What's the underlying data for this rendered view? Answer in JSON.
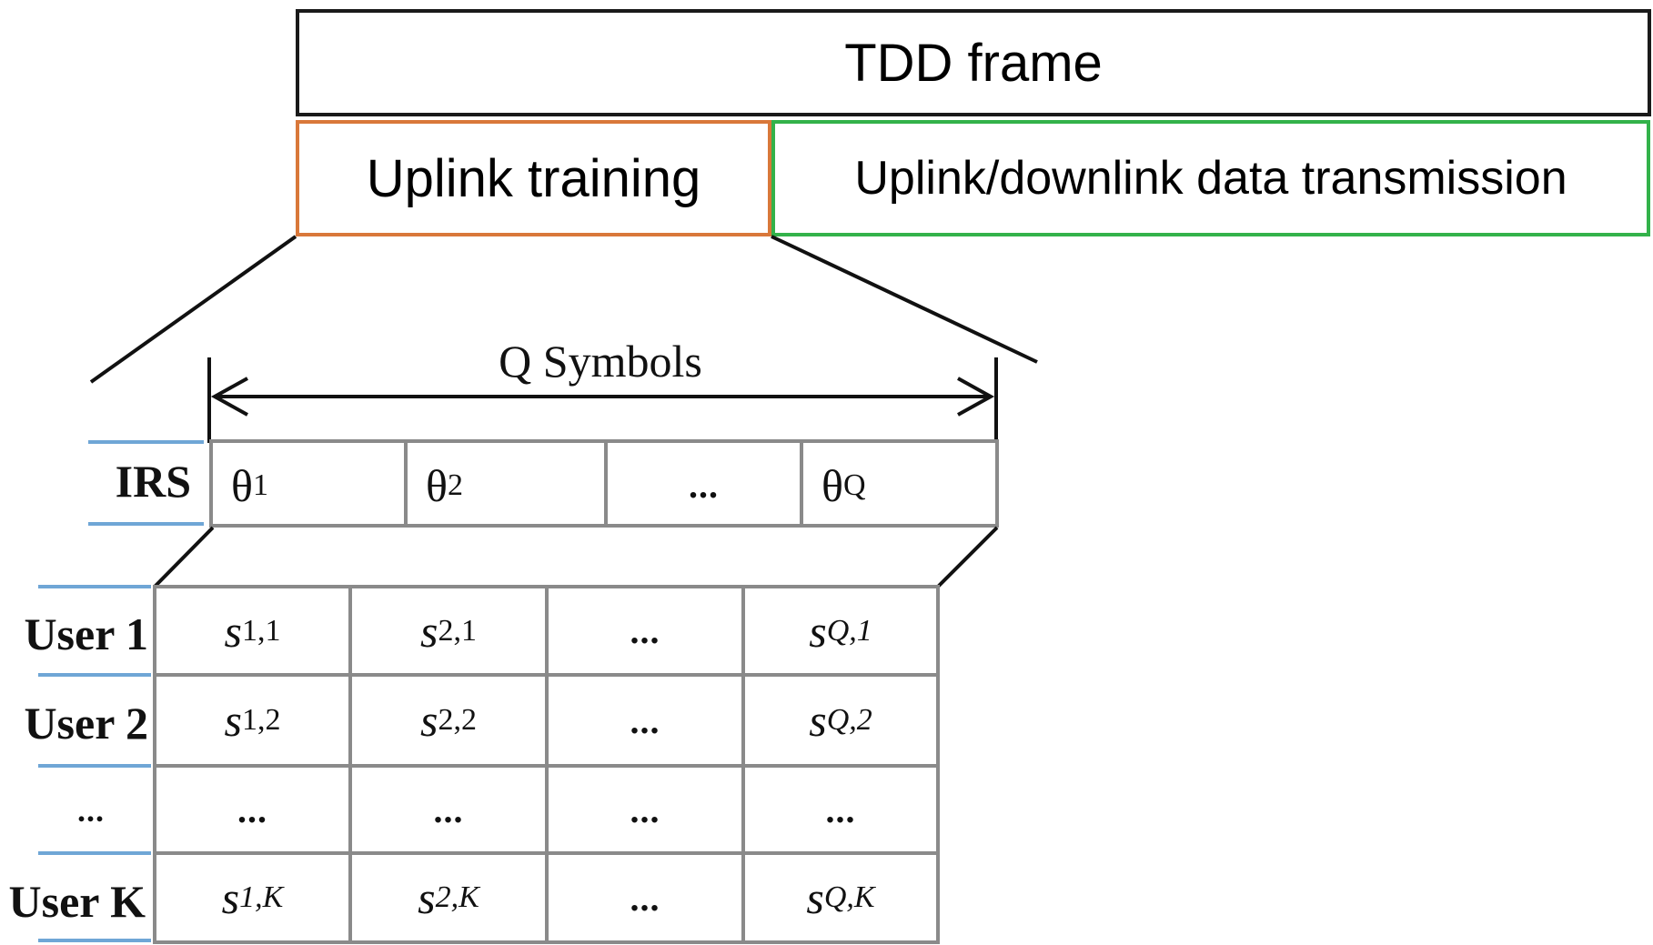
{
  "frame": {
    "title": "TDD frame",
    "training_label": "Uplink training",
    "data_label": "Uplink/downlink data transmission",
    "colors": {
      "training_border": "#d9783a",
      "data_border": "#33b24a",
      "frame_border": "#1a1a1a",
      "grid": "#8a8a8a",
      "label_underline": "#6fa6d6"
    }
  },
  "symbols": {
    "span_label": "Q Symbols"
  },
  "irs": {
    "label": "IRS",
    "phases": [
      {
        "base": "θ",
        "sub": "1"
      },
      {
        "base": "θ",
        "sub": "2"
      },
      {
        "base": "...",
        "sub": ""
      },
      {
        "base": "θ",
        "sub": "Q"
      }
    ]
  },
  "users": {
    "rows": [
      {
        "label": "User 1",
        "cells": [
          {
            "base": "s",
            "sub": "1,1"
          },
          {
            "base": "s",
            "sub": "2,1"
          },
          {
            "base": "...",
            "sub": ""
          },
          {
            "base": "s",
            "sub": "Q,1"
          }
        ]
      },
      {
        "label": "User 2",
        "cells": [
          {
            "base": "s",
            "sub": "1,2"
          },
          {
            "base": "s",
            "sub": "2,2"
          },
          {
            "base": "...",
            "sub": ""
          },
          {
            "base": "s",
            "sub": "Q,2"
          }
        ]
      },
      {
        "label": "...",
        "cells": [
          {
            "base": "...",
            "sub": ""
          },
          {
            "base": "...",
            "sub": ""
          },
          {
            "base": "...",
            "sub": ""
          },
          {
            "base": "...",
            "sub": ""
          }
        ]
      },
      {
        "label": "User K",
        "cells": [
          {
            "base": "s",
            "sub": "1,K"
          },
          {
            "base": "s",
            "sub": "2,K"
          },
          {
            "base": "...",
            "sub": ""
          },
          {
            "base": "s",
            "sub": "Q,K"
          }
        ]
      }
    ]
  }
}
